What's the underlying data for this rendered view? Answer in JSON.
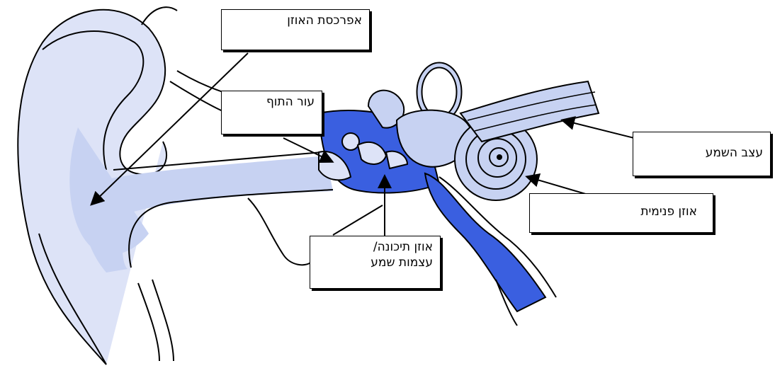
{
  "labels": {
    "auricle": "אפרכסת האוזן",
    "eardrum": "עור התוף",
    "auditory_nerve": "עצב השמע",
    "inner_ear": "אוזן פנימית",
    "middle_ear_line1": "אוזן תיכונה/",
    "middle_ear_line2": "עצמות שמע"
  },
  "colors": {
    "tissue_fill": "#c7d2f2",
    "tissue_light": "#dde3f7",
    "cavity_fill": "#3a5fe0",
    "outline": "#000000",
    "arrow": "#000000"
  }
}
